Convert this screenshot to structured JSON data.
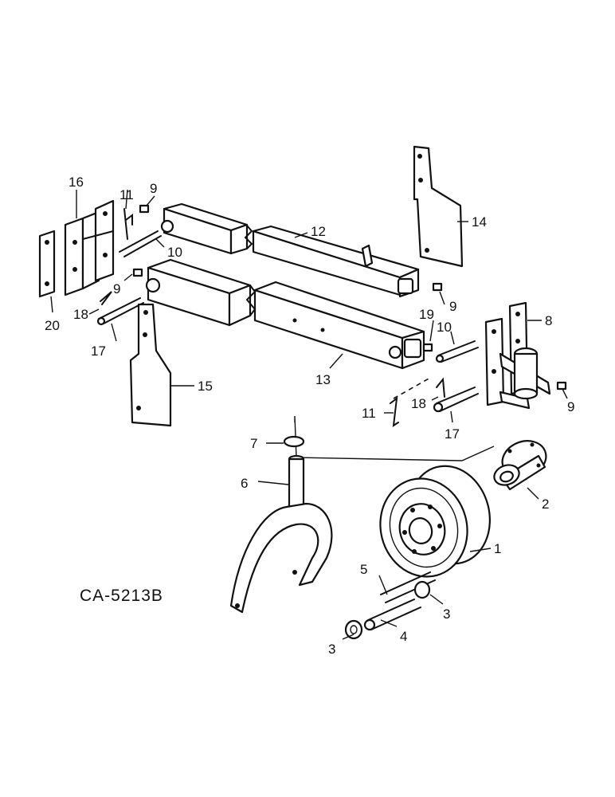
{
  "drawing_code": "CA-5213B",
  "callouts": {
    "c1": "1",
    "c2": "2",
    "c3a": "3",
    "c3b": "3",
    "c4": "4",
    "c5": "5",
    "c6": "6",
    "c7": "7",
    "c8": "8",
    "c9a": "9",
    "c9b": "9",
    "c9c": "9",
    "c9d": "9",
    "c10a": "10",
    "c10b": "10",
    "c11a": "11",
    "c11b": "11",
    "c12": "12",
    "c13": "13",
    "c14": "14",
    "c15": "15",
    "c16": "16",
    "c17a": "17",
    "c17b": "17",
    "c18a": "18",
    "c18b": "18",
    "c19": "19",
    "c20": "20"
  },
  "colors": {
    "ink": "#111111",
    "paper": "#ffffff"
  }
}
